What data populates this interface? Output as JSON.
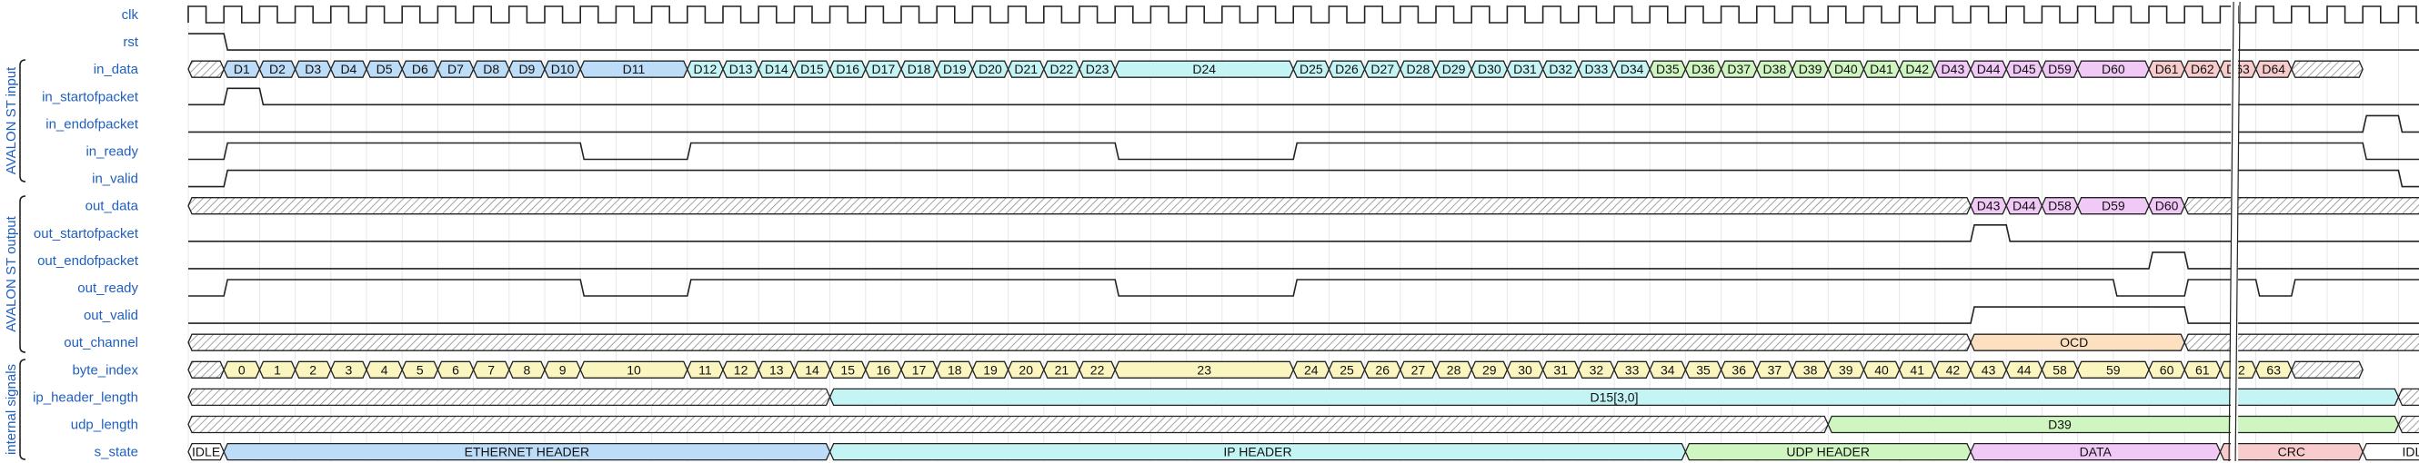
{
  "groups": [
    {
      "label": "AVALON ST input"
    },
    {
      "label": "AVALON ST output"
    },
    {
      "label": "internal signals"
    }
  ],
  "colors": {
    "label": "#1f5fbf",
    "blue": "#bcdcf7",
    "cyan": "#c4f4f4",
    "green": "#cff5c0",
    "magenta": "#f1c9f7",
    "red": "#f8cccc",
    "yellow": "#fbf6bf",
    "orange": "#fde0c0",
    "white": "#ffffff"
  },
  "signals": [
    {
      "name": "clk",
      "type": "clk"
    },
    {
      "name": "rst",
      "type": "bit",
      "wave": [
        {
          "v": 1,
          "len": 1
        },
        {
          "v": 0,
          "len": 63
        }
      ]
    },
    {
      "name": "in_data",
      "type": "bus",
      "segs": [
        {
          "len": 1,
          "hatch": true
        },
        {
          "t": "D1",
          "c": "blue"
        },
        {
          "t": "D2",
          "c": "blue"
        },
        {
          "t": "D3",
          "c": "blue"
        },
        {
          "t": "D4",
          "c": "blue"
        },
        {
          "t": "D5",
          "c": "blue"
        },
        {
          "t": "D6",
          "c": "blue"
        },
        {
          "t": "D7",
          "c": "blue"
        },
        {
          "t": "D8",
          "c": "blue"
        },
        {
          "t": "D9",
          "c": "blue"
        },
        {
          "t": "D10",
          "c": "blue"
        },
        {
          "t": "D11",
          "c": "blue",
          "len": 3
        },
        {
          "t": "D12",
          "c": "cyan"
        },
        {
          "t": "D13",
          "c": "cyan"
        },
        {
          "t": "D14",
          "c": "cyan"
        },
        {
          "t": "D15",
          "c": "cyan"
        },
        {
          "t": "D16",
          "c": "cyan"
        },
        {
          "t": "D17",
          "c": "cyan"
        },
        {
          "t": "D18",
          "c": "cyan"
        },
        {
          "t": "D19",
          "c": "cyan"
        },
        {
          "t": "D20",
          "c": "cyan"
        },
        {
          "t": "D21",
          "c": "cyan"
        },
        {
          "t": "D22",
          "c": "cyan"
        },
        {
          "t": "D23",
          "c": "cyan"
        },
        {
          "t": "D24",
          "c": "cyan",
          "len": 5
        },
        {
          "t": "D25",
          "c": "cyan"
        },
        {
          "t": "D26",
          "c": "cyan"
        },
        {
          "t": "D27",
          "c": "cyan"
        },
        {
          "t": "D28",
          "c": "cyan"
        },
        {
          "t": "D29",
          "c": "cyan"
        },
        {
          "t": "D30",
          "c": "cyan"
        },
        {
          "t": "D31",
          "c": "cyan"
        },
        {
          "t": "D32",
          "c": "cyan"
        },
        {
          "t": "D33",
          "c": "cyan"
        },
        {
          "t": "D34",
          "c": "cyan"
        },
        {
          "t": "D35",
          "c": "green"
        },
        {
          "t": "D36",
          "c": "green"
        },
        {
          "t": "D37",
          "c": "green"
        },
        {
          "t": "D38",
          "c": "green"
        },
        {
          "t": "D39",
          "c": "green"
        },
        {
          "t": "D40",
          "c": "green"
        },
        {
          "t": "D41",
          "c": "green"
        },
        {
          "t": "D42",
          "c": "green"
        },
        {
          "t": "D43",
          "c": "magenta"
        },
        {
          "t": "D44",
          "c": "magenta"
        },
        {
          "t": "D45",
          "c": "magenta"
        },
        {
          "t": "D59",
          "c": "magenta"
        },
        {
          "t": "D60",
          "c": "magenta",
          "len": 2
        },
        {
          "t": "D61",
          "c": "red"
        },
        {
          "t": "D62",
          "c": "red"
        },
        {
          "t": "D63",
          "c": "red"
        },
        {
          "t": "D64",
          "c": "red"
        },
        {
          "len": 2,
          "hatch": true
        }
      ]
    },
    {
      "name": "in_startofpacket",
      "type": "bit",
      "wave": [
        {
          "v": 0,
          "len": 1
        },
        {
          "v": 1,
          "len": 1
        },
        {
          "v": 0,
          "len": 62
        }
      ]
    },
    {
      "name": "in_endofpacket",
      "type": "bit",
      "wave": [
        {
          "v": 0,
          "len": 61
        },
        {
          "v": 1,
          "len": 1
        },
        {
          "v": 0,
          "len": 2
        }
      ]
    },
    {
      "name": "in_ready",
      "type": "bit",
      "wave": [
        {
          "v": 0,
          "len": 1
        },
        {
          "v": 1,
          "len": 10
        },
        {
          "v": 0,
          "len": 3
        },
        {
          "v": 1,
          "len": 12
        },
        {
          "v": 0,
          "len": 5
        },
        {
          "v": 1,
          "len": 30
        },
        {
          "v": 0,
          "len": 2
        },
        {
          "v": 1,
          "len": 1
        }
      ]
    },
    {
      "name": "in_valid",
      "type": "bit",
      "wave": [
        {
          "v": 0,
          "len": 1
        },
        {
          "v": 1,
          "len": 61
        },
        {
          "v": 0,
          "len": 2
        }
      ]
    },
    {
      "name": "out_data",
      "type": "bus",
      "segs": [
        {
          "len": 50,
          "hatch": true
        },
        {
          "t": "D43",
          "c": "magenta"
        },
        {
          "t": "D44",
          "c": "magenta"
        },
        {
          "t": "D58",
          "c": "magenta"
        },
        {
          "t": "D59",
          "c": "magenta",
          "len": 2
        },
        {
          "t": "D60",
          "c": "magenta"
        },
        {
          "len": 9,
          "hatch": true
        }
      ]
    },
    {
      "name": "out_startofpacket",
      "type": "bit",
      "wave": [
        {
          "v": 0,
          "len": 50
        },
        {
          "v": 1,
          "len": 1
        },
        {
          "v": 0,
          "len": 13
        }
      ]
    },
    {
      "name": "out_endofpacket",
      "type": "bit",
      "wave": [
        {
          "v": 0,
          "len": 55
        },
        {
          "v": 1,
          "len": 1
        },
        {
          "v": 0,
          "len": 8
        }
      ]
    },
    {
      "name": "out_ready",
      "type": "bit",
      "wave": [
        {
          "v": 0,
          "len": 1
        },
        {
          "v": 1,
          "len": 10
        },
        {
          "v": 0,
          "len": 3
        },
        {
          "v": 1,
          "len": 12
        },
        {
          "v": 0,
          "len": 5
        },
        {
          "v": 1,
          "len": 23
        },
        {
          "v": 0,
          "len": 2
        },
        {
          "v": 1,
          "len": 2
        },
        {
          "v": 0,
          "len": 1
        },
        {
          "v": 1,
          "len": 5
        }
      ]
    },
    {
      "name": "out_valid",
      "type": "bit",
      "wave": [
        {
          "v": 0,
          "len": 50
        },
        {
          "v": 1,
          "len": 6
        },
        {
          "v": 0,
          "len": 8
        }
      ]
    },
    {
      "name": "out_channel",
      "type": "bus",
      "segs": [
        {
          "len": 50,
          "hatch": true
        },
        {
          "t": "OCD",
          "c": "orange",
          "len": 6,
          "labelAt": 2.9
        },
        {
          "len": 8,
          "hatch": true
        }
      ]
    },
    {
      "name": "byte_index",
      "type": "bus",
      "segs": [
        {
          "len": 1,
          "hatch": true
        },
        {
          "t": "0",
          "c": "yellow"
        },
        {
          "t": "1",
          "c": "yellow"
        },
        {
          "t": "2",
          "c": "yellow"
        },
        {
          "t": "3",
          "c": "yellow"
        },
        {
          "t": "4",
          "c": "yellow"
        },
        {
          "t": "5",
          "c": "yellow"
        },
        {
          "t": "6",
          "c": "yellow"
        },
        {
          "t": "7",
          "c": "yellow"
        },
        {
          "t": "8",
          "c": "yellow"
        },
        {
          "t": "9",
          "c": "yellow"
        },
        {
          "t": "10",
          "c": "yellow",
          "len": 3
        },
        {
          "t": "11",
          "c": "yellow"
        },
        {
          "t": "12",
          "c": "yellow"
        },
        {
          "t": "13",
          "c": "yellow"
        },
        {
          "t": "14",
          "c": "yellow"
        },
        {
          "t": "15",
          "c": "yellow"
        },
        {
          "t": "16",
          "c": "yellow"
        },
        {
          "t": "17",
          "c": "yellow"
        },
        {
          "t": "18",
          "c": "yellow"
        },
        {
          "t": "19",
          "c": "yellow"
        },
        {
          "t": "20",
          "c": "yellow"
        },
        {
          "t": "21",
          "c": "yellow"
        },
        {
          "t": "22",
          "c": "yellow"
        },
        {
          "t": "23",
          "c": "yellow",
          "len": 5
        },
        {
          "t": "24",
          "c": "yellow"
        },
        {
          "t": "25",
          "c": "yellow"
        },
        {
          "t": "26",
          "c": "yellow"
        },
        {
          "t": "27",
          "c": "yellow"
        },
        {
          "t": "28",
          "c": "yellow"
        },
        {
          "t": "29",
          "c": "yellow"
        },
        {
          "t": "30",
          "c": "yellow"
        },
        {
          "t": "31",
          "c": "yellow"
        },
        {
          "t": "32",
          "c": "yellow"
        },
        {
          "t": "33",
          "c": "yellow"
        },
        {
          "t": "34",
          "c": "yellow"
        },
        {
          "t": "35",
          "c": "yellow"
        },
        {
          "t": "36",
          "c": "yellow"
        },
        {
          "t": "37",
          "c": "yellow"
        },
        {
          "t": "38",
          "c": "yellow"
        },
        {
          "t": "39",
          "c": "yellow"
        },
        {
          "t": "40",
          "c": "yellow"
        },
        {
          "t": "41",
          "c": "yellow"
        },
        {
          "t": "42",
          "c": "yellow"
        },
        {
          "t": "43",
          "c": "yellow"
        },
        {
          "t": "44",
          "c": "yellow"
        },
        {
          "t": "58",
          "c": "yellow"
        },
        {
          "t": "59",
          "c": "yellow",
          "len": 2
        },
        {
          "t": "60",
          "c": "yellow"
        },
        {
          "t": "61",
          "c": "yellow"
        },
        {
          "t": "62",
          "c": "yellow"
        },
        {
          "t": "63",
          "c": "yellow"
        },
        {
          "len": 2,
          "hatch": true
        }
      ]
    },
    {
      "name": "ip_header_length",
      "type": "bus",
      "segs": [
        {
          "len": 18,
          "hatch": true
        },
        {
          "t": "D15[3,0]",
          "c": "cyan",
          "len": 44
        },
        {
          "len": 2,
          "hatch": true
        }
      ]
    },
    {
      "name": "udp_length",
      "type": "bus",
      "segs": [
        {
          "len": 46,
          "hatch": true
        },
        {
          "t": "D39",
          "c": "green",
          "len": 16,
          "labelAt": 6.5
        },
        {
          "len": 2,
          "hatch": true
        }
      ]
    },
    {
      "name": "s_state",
      "type": "bus",
      "segs": [
        {
          "t": "IDLE",
          "c": "white",
          "len": 1
        },
        {
          "t": "ETHERNET HEADER",
          "c": "blue",
          "len": 17
        },
        {
          "t": "IP HEADER",
          "c": "cyan",
          "len": 24
        },
        {
          "t": "UDP HEADER",
          "c": "green",
          "len": 8
        },
        {
          "t": "DATA",
          "c": "magenta",
          "len": 7,
          "labelAt": 3.5
        },
        {
          "t": "CRC",
          "c": "red",
          "len": 4
        },
        {
          "t": "IDLE",
          "c": "white",
          "len": 3
        }
      ]
    }
  ]
}
